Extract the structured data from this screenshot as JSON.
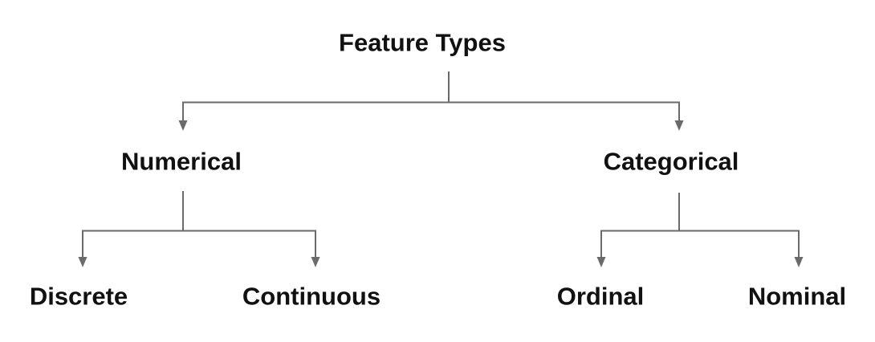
{
  "tree": {
    "root": {
      "label": "Feature Types"
    },
    "branches": [
      {
        "label": "Numerical",
        "children": [
          {
            "label": "Discrete"
          },
          {
            "label": "Continuous"
          }
        ]
      },
      {
        "label": "Categorical",
        "children": [
          {
            "label": "Ordinal"
          },
          {
            "label": "Nominal"
          }
        ]
      }
    ]
  },
  "colors": {
    "line": "#6a6a6a",
    "text": "#111111",
    "background": "#ffffff"
  }
}
